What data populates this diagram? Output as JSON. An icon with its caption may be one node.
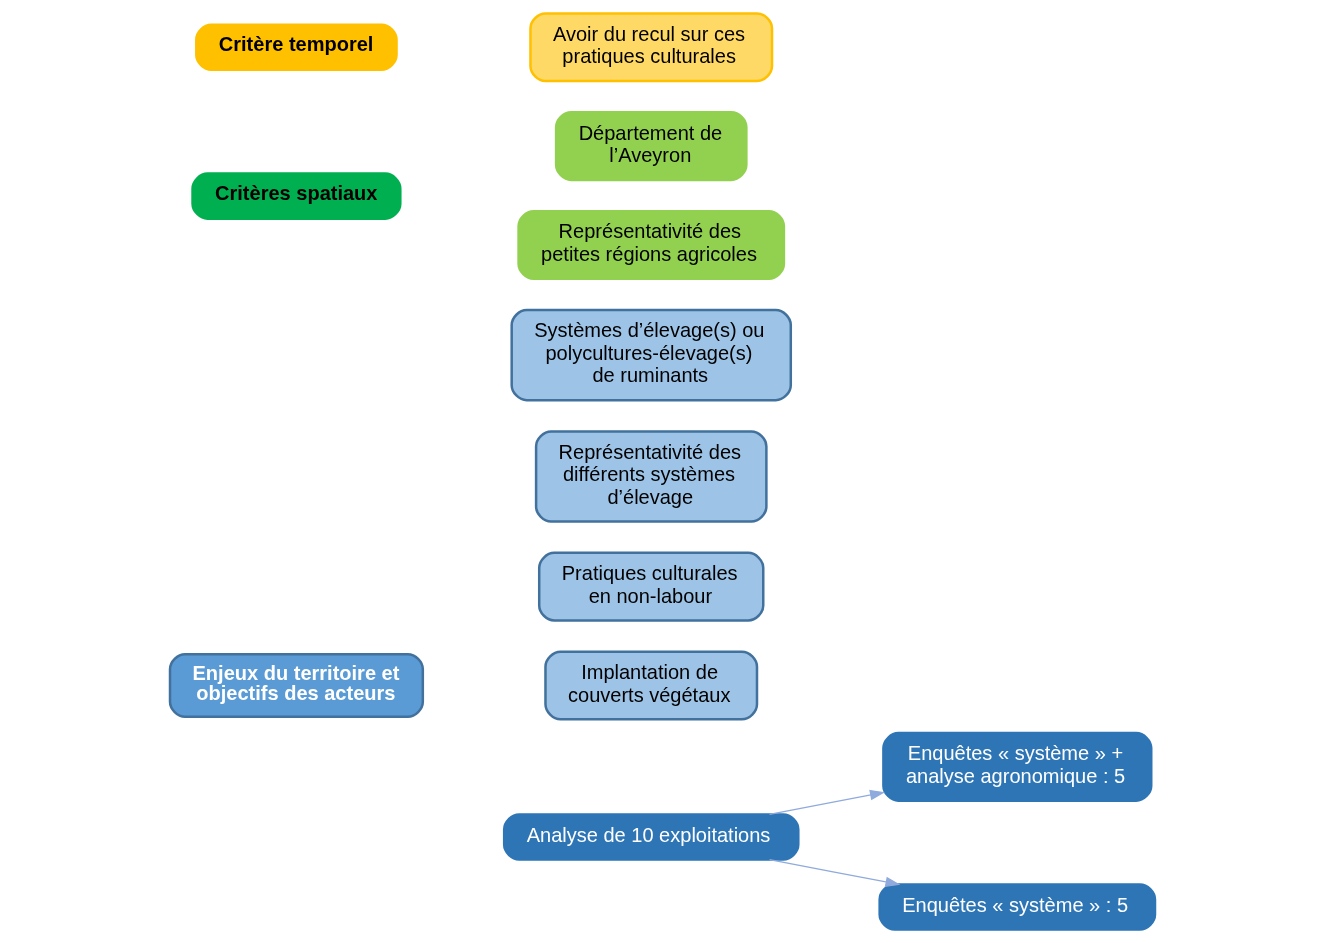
{
  "diagram": {
    "nodes": [
      {
        "text": [
          "Enjeux du territoire et objectifs des acteurs"
        ]
      },
      {
        "text": [
          "Systèmes d’élevage(s) ou polycultures-élevage(s) de ruminants"
        ]
      },
      {
        "text": [
          "Représentativité des différents systèmes d’élevage"
        ]
      },
      {
        "text": [
          "Pratiques culturales en non-labour"
        ]
      },
      {
        "text": [
          "Implantation de couverts végétaux"
        ]
      },
      {
        "text": [
          "Analyse de 10 exploitations"
        ]
      },
      {
        "text": [
          "Enquêtes « système » + analyse agronomique : 5"
        ]
      },
      {
        "text": [
          "Enquêtes « système » : 5"
        ]
      },
      {
        "text": [
          "Critères spatiaux"
        ]
      },
      {
        "text": [
          "Département de l’Aveyron"
        ]
      },
      {
        "text": [
          "Représentativité des petites régions agricoles"
        ]
      },
      {
        "text": [
          "Critère temporel"
        ]
      },
      {
        "text": [
          "Avoir du recul sur ces pratiques culturales"
        ]
      }
    ],
    "edges": [
      {
        "from": 5,
        "to": 6,
        "arrow": "to"
      },
      {
        "from": 5,
        "to": 7,
        "arrow": "to"
      }
    ]
  }
}
